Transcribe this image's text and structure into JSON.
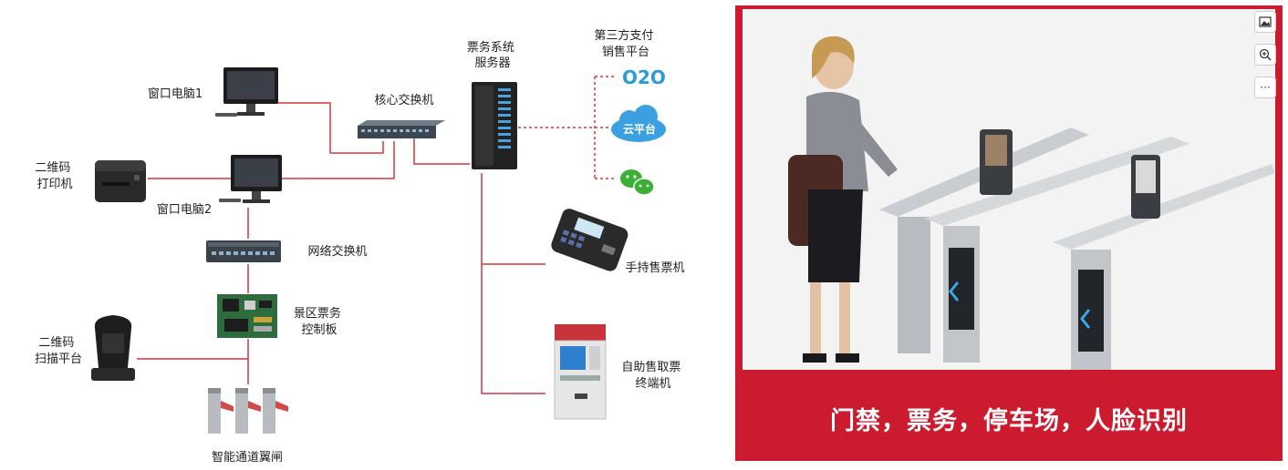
{
  "diagram": {
    "nodes": {
      "ticket_server": "票务系统\n服务器",
      "third_party": "第三方支付\n销售平台",
      "o2o": "O2O",
      "cloud": "云平台",
      "window_pc1": "窗口电脑1",
      "core_switch": "核心交换机",
      "qr_printer": "二维码\n打印机",
      "window_pc2": "窗口电脑2",
      "network_switch": "网络交换机",
      "control_board": "景区票务\n控制板",
      "qr_scanner": "二维码\n扫描平台",
      "turnstile": "智能通道翼闸",
      "handheld": "手持售票机",
      "kiosk": "自助售取票\n终端机"
    }
  },
  "photo_panel": {
    "caption": "门禁，票务，停车场，人脸识别",
    "accent_color": "#cc1a2e"
  },
  "toolbar": {
    "icons": [
      "image-icon",
      "zoom-in-icon",
      "more-icon"
    ],
    "more_label": "···"
  }
}
